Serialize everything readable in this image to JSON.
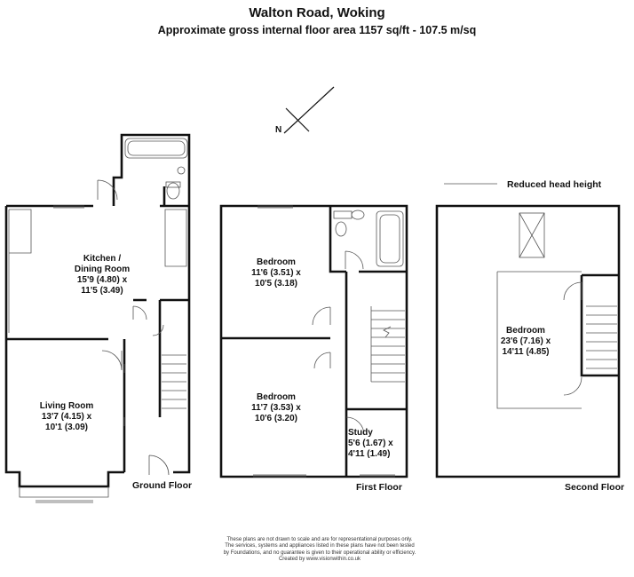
{
  "header": {
    "title": "Walton Road, Woking",
    "subtitle": "Approximate gross internal floor area 1157 sq/ft - 107.5 m/sq"
  },
  "compass": {
    "label": "N"
  },
  "legend": {
    "reduced_head_height": "Reduced head height"
  },
  "ground_floor": {
    "label": "Ground Floor",
    "kitchen": {
      "name_line1": "Kitchen /",
      "name_line2": "Dining Room",
      "dim1": "15'9 (4.80) x",
      "dim2": "11'5 (3.49)"
    },
    "living": {
      "name": "Living Room",
      "dim1": "13'7 (4.15) x",
      "dim2": "10'1 (3.09)"
    }
  },
  "first_floor": {
    "label": "First Floor",
    "bedroom1": {
      "name": "Bedroom",
      "dim1": "11'6 (3.51) x",
      "dim2": "10'5 (3.18)"
    },
    "bedroom2": {
      "name": "Bedroom",
      "dim1": "11'7 (3.53) x",
      "dim2": "10'6 (3.20)"
    },
    "study": {
      "name": "Study",
      "dim1": "5'6 (1.67) x",
      "dim2": "4'11 (1.49)"
    }
  },
  "second_floor": {
    "label": "Second Floor",
    "bedroom": {
      "name": "Bedroom",
      "dim1": "23'6 (7.16) x",
      "dim2": "14'11 (4.85)"
    }
  },
  "disclaimer": {
    "line1": "These plans are not drawn to scale and are for representational purposes only.",
    "line2": "The services, systems and appliances listed in these plans have not been tested",
    "line3": "by Foundations, and no guarantee is given  to their operational ability or efficiency.",
    "line4": "Created by www.visionwithin.co.uk"
  }
}
